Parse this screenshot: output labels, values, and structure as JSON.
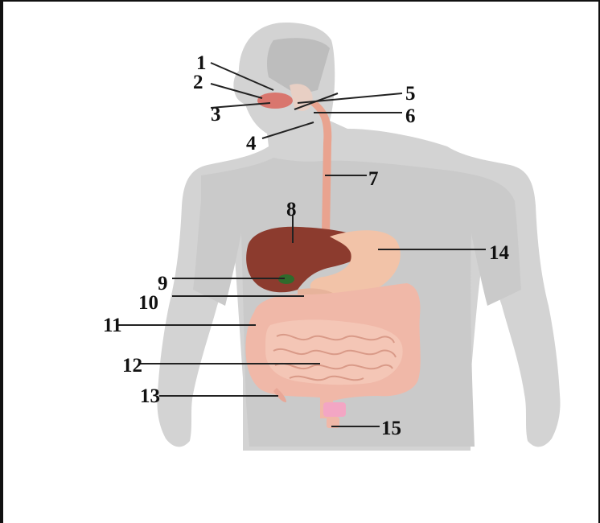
{
  "colors": {
    "body_silhouette": "#cfcfcf",
    "body_inner": "#c7c7c7",
    "liver": "#8c3b2e",
    "intestines": "#f0b8a8",
    "esophagus": "#e9a38f",
    "stomach": "#f2c3a8",
    "gallbladder": "#2f6b2c",
    "rectum": "#f3a6c4",
    "leader_line": "#222222",
    "frame_border": "#111111"
  },
  "labels": [
    {
      "id": 1,
      "text": "1"
    },
    {
      "id": 2,
      "text": "2"
    },
    {
      "id": 3,
      "text": "3"
    },
    {
      "id": 4,
      "text": "4"
    },
    {
      "id": 5,
      "text": "5"
    },
    {
      "id": 6,
      "text": "6"
    },
    {
      "id": 7,
      "text": "7"
    },
    {
      "id": 8,
      "text": "8"
    },
    {
      "id": 9,
      "text": "9"
    },
    {
      "id": 10,
      "text": "10"
    },
    {
      "id": 11,
      "text": "11"
    },
    {
      "id": 12,
      "text": "12"
    },
    {
      "id": 13,
      "text": "13"
    },
    {
      "id": 14,
      "text": "14"
    },
    {
      "id": 15,
      "text": "15"
    }
  ]
}
